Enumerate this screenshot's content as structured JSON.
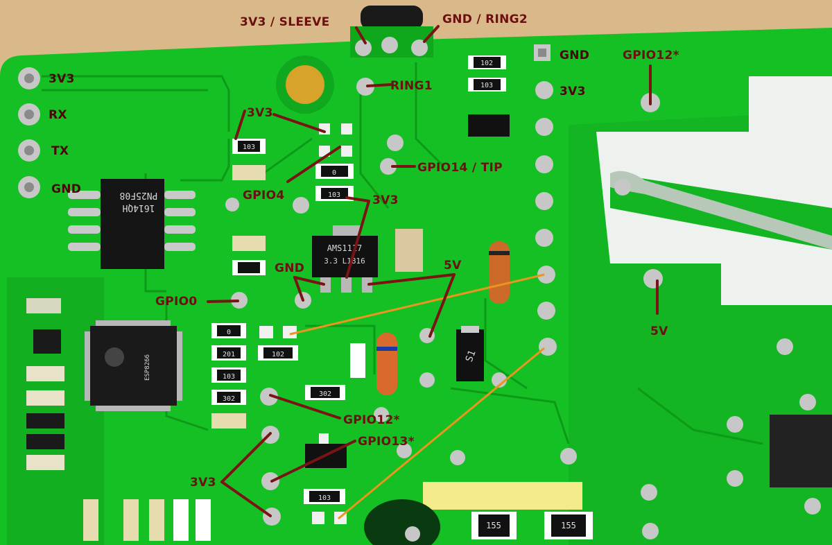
{
  "labels": {
    "sleeve": "3V3 / SLEEVE",
    "ring2": "GND / RING2",
    "ring1": "RING1",
    "header_gnd": "GND",
    "header_3v3": "3V3",
    "gpio12_top": "GPIO12*",
    "left_3v3": "3V3",
    "left_rx": "RX",
    "left_tx": "TX",
    "left_gnd": "GND",
    "upper_3v3": "3V3",
    "gpio4": "GPIO4",
    "gpio14_tip": "GPIO14 / TIP",
    "mid_3v3": "3V3",
    "reg_gnd": "GND",
    "reg_5v": "5V",
    "right_5v": "5V",
    "gpio0": "GPIO0",
    "gpio12_bottom": "GPIO12*",
    "gpio13": "GPIO13*",
    "bottom_3v3": "3V3"
  },
  "chip_markings": {
    "flash_chip": "PN25F08",
    "flash_chip_code": "1614QH",
    "regulator": "AMS1117",
    "regulator_line2": "3.3 L1816",
    "mosfet": "S1",
    "esp_chip": "ESP8266"
  },
  "resistor_markings": [
    "103",
    "0",
    "103",
    "102",
    "103",
    "0",
    "102",
    "201",
    "103",
    "302",
    "302",
    "103",
    "155",
    "155"
  ],
  "colors": {
    "board": "#15c024",
    "trace": "#0fa81c",
    "label": "#6b0f0f",
    "pointer": "#7a1414",
    "orange_wire": "#e8961e",
    "background": "#d9b98a"
  }
}
